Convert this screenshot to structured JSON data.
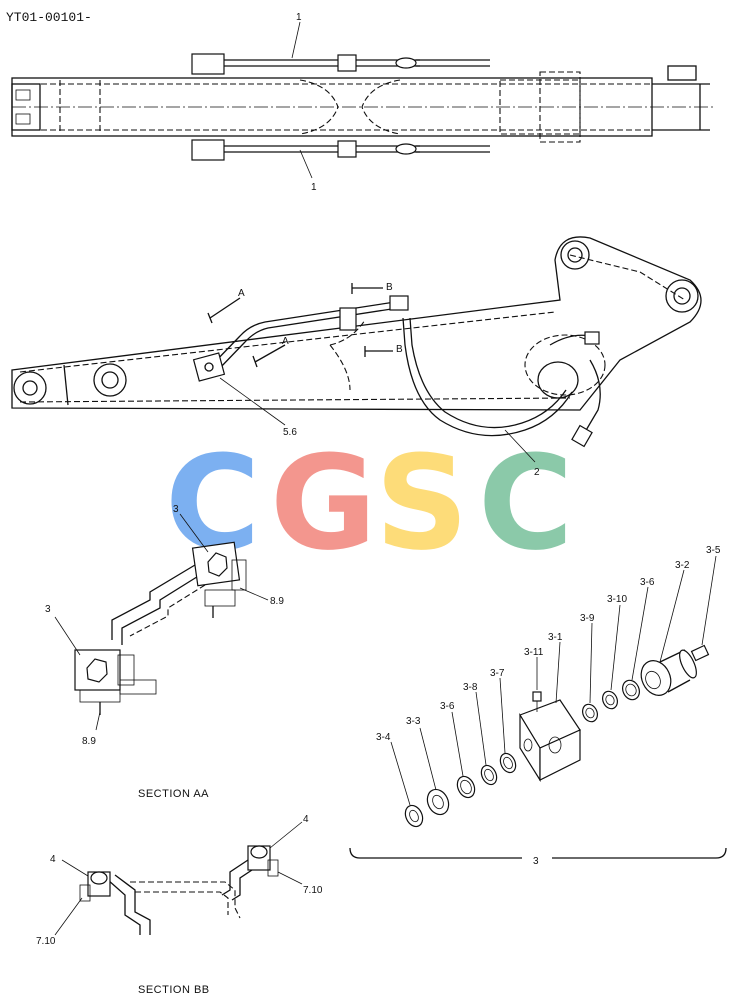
{
  "document_id": "YT01-00101-",
  "watermark": {
    "letters": [
      "C",
      "G",
      "S",
      "C"
    ],
    "colors": [
      "#6ea8f0",
      "#f28b82",
      "#fdd96b",
      "#7fc4a0"
    ]
  },
  "top_view": {
    "callout_top": "1",
    "callout_bottom": "1"
  },
  "side_view": {
    "arrow_a_upper": "A",
    "arrow_a_lower": "A",
    "arrow_b_upper": "B",
    "arrow_b_lower": "B",
    "callout_fitting": "5.6",
    "callout_hose": "2"
  },
  "section_aa": {
    "title": "SECTION AA",
    "clamp_upper": "3",
    "clamp_lower": "3",
    "bolt_upper": "8.9",
    "bolt_lower": "8.9"
  },
  "section_bb": {
    "title": "SECTION BB",
    "clamp_left": "4",
    "clamp_right": "4",
    "bolt_left": "7.10",
    "bolt_right": "7.10"
  },
  "exploded": {
    "assembly": "3",
    "parts": [
      "3-1",
      "3-2",
      "3-3",
      "3-4",
      "3-5",
      "3-6",
      "3-6",
      "3-7",
      "3-8",
      "3-9",
      "3-10",
      "3-11"
    ]
  }
}
